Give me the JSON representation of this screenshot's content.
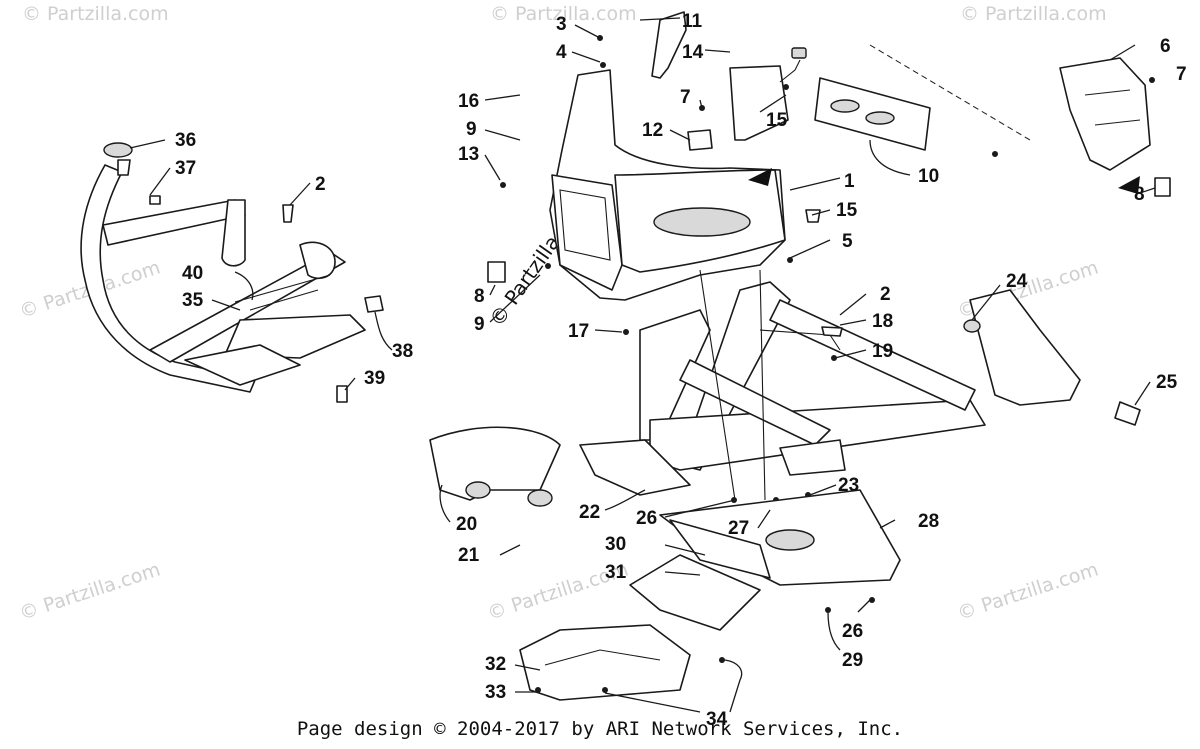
{
  "watermark": "© Partzilla.com",
  "footer": "Page design © 2004-2017 by ARI Network Services, Inc.",
  "callouts": [
    {
      "id": "c3",
      "label": "3"
    },
    {
      "id": "c11",
      "label": "11"
    },
    {
      "id": "c4",
      "label": "4"
    },
    {
      "id": "c14",
      "label": "14"
    },
    {
      "id": "c16",
      "label": "16"
    },
    {
      "id": "c7a",
      "label": "7"
    },
    {
      "id": "c15a",
      "label": "15"
    },
    {
      "id": "c9a",
      "label": "9"
    },
    {
      "id": "c12",
      "label": "12"
    },
    {
      "id": "c10",
      "label": "10"
    },
    {
      "id": "c13",
      "label": "13"
    },
    {
      "id": "c1",
      "label": "1"
    },
    {
      "id": "c15b",
      "label": "15"
    },
    {
      "id": "c5",
      "label": "5"
    },
    {
      "id": "c8a",
      "label": "8"
    },
    {
      "id": "c9b",
      "label": "9"
    },
    {
      "id": "c17",
      "label": "17"
    },
    {
      "id": "c6",
      "label": "6"
    },
    {
      "id": "c7b",
      "label": "7"
    },
    {
      "id": "c8b",
      "label": "8"
    },
    {
      "id": "c36",
      "label": "36"
    },
    {
      "id": "c37",
      "label": "37"
    },
    {
      "id": "c2a",
      "label": "2"
    },
    {
      "id": "c40",
      "label": "40"
    },
    {
      "id": "c35",
      "label": "35"
    },
    {
      "id": "c38",
      "label": "38"
    },
    {
      "id": "c39",
      "label": "39"
    },
    {
      "id": "c2b",
      "label": "2"
    },
    {
      "id": "c18",
      "label": "18"
    },
    {
      "id": "c19",
      "label": "19"
    },
    {
      "id": "c24",
      "label": "24"
    },
    {
      "id": "c25",
      "label": "25"
    },
    {
      "id": "c23",
      "label": "23"
    },
    {
      "id": "c28",
      "label": "28"
    },
    {
      "id": "c20",
      "label": "20"
    },
    {
      "id": "c21",
      "label": "21"
    },
    {
      "id": "c22",
      "label": "22"
    },
    {
      "id": "c26a",
      "label": "26"
    },
    {
      "id": "c27",
      "label": "27"
    },
    {
      "id": "c30",
      "label": "30"
    },
    {
      "id": "c31",
      "label": "31"
    },
    {
      "id": "c26b",
      "label": "26"
    },
    {
      "id": "c29",
      "label": "29"
    },
    {
      "id": "c32",
      "label": "32"
    },
    {
      "id": "c33",
      "label": "33"
    },
    {
      "id": "c34",
      "label": "34"
    }
  ]
}
